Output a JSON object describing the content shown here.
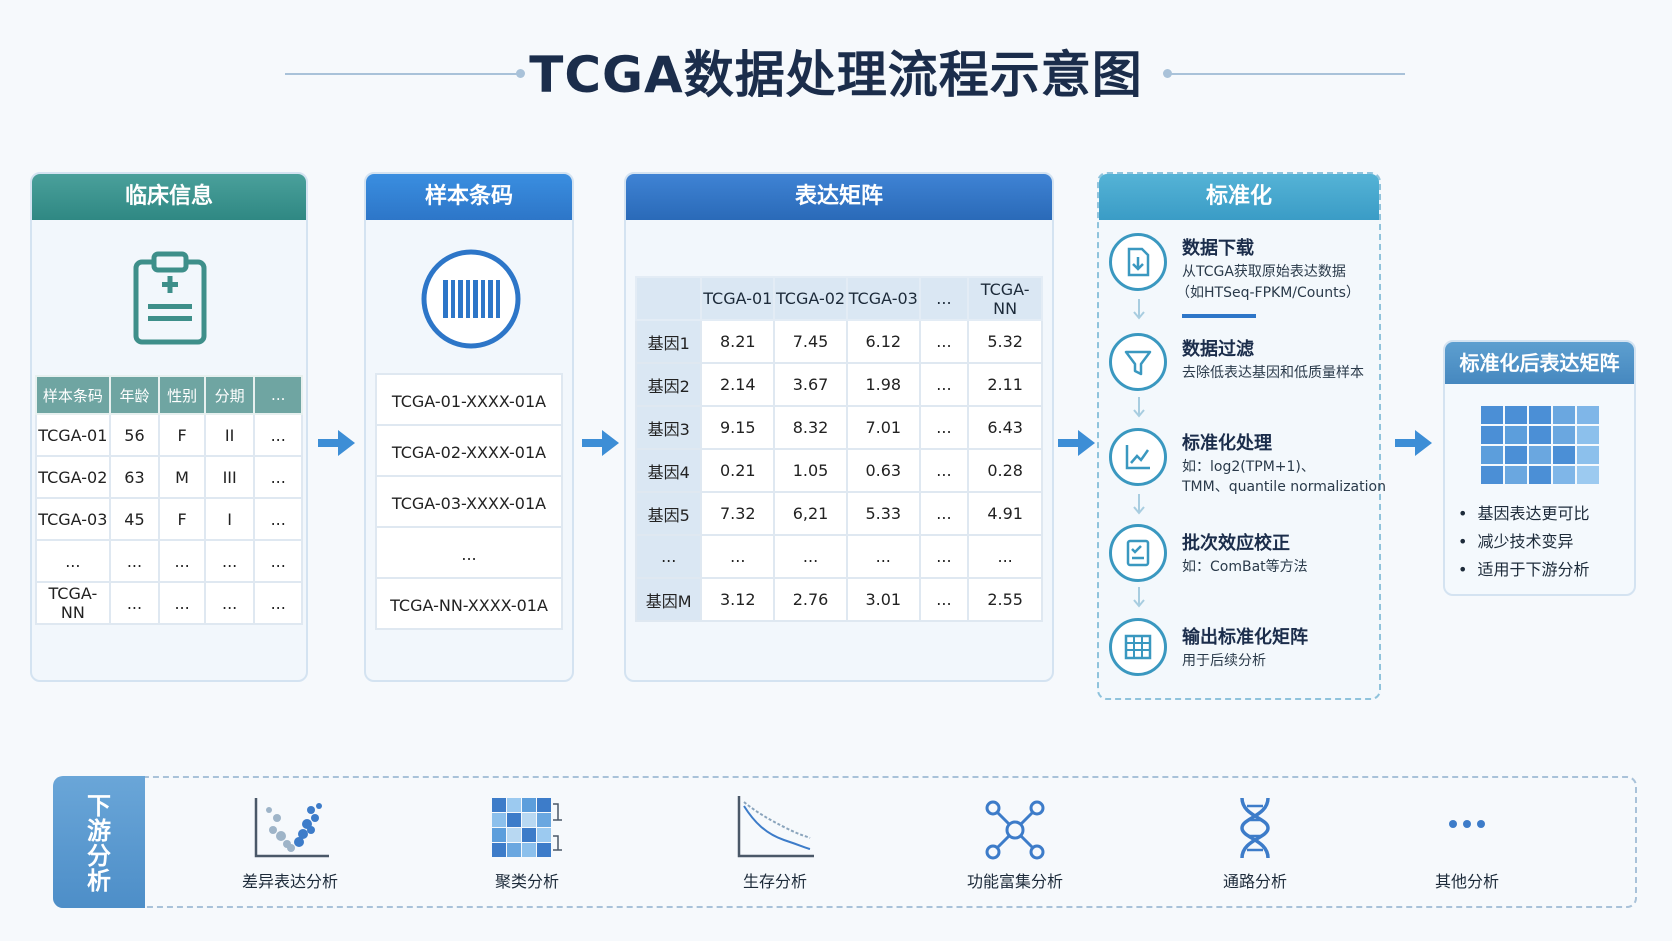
{
  "title": "TCGA数据处理流程示意图",
  "clinical": {
    "header": "临床信息",
    "columns": [
      "样本条码",
      "年龄",
      "性别",
      "分期",
      "..."
    ],
    "rows": [
      [
        "TCGA-01",
        "56",
        "F",
        "II",
        "..."
      ],
      [
        "TCGA-02",
        "63",
        "M",
        "III",
        "..."
      ],
      [
        "TCGA-03",
        "45",
        "F",
        "I",
        "..."
      ],
      [
        "...",
        "...",
        "...",
        "...",
        "..."
      ],
      [
        "TCGA-NN",
        "...",
        "...",
        "...",
        "..."
      ]
    ]
  },
  "barcode": {
    "header": "样本条码",
    "items": [
      "TCGA-01-XXXX-01A",
      "TCGA-02-XXXX-01A",
      "TCGA-03-XXXX-01A",
      "...",
      "TCGA-NN-XXXX-01A"
    ]
  },
  "matrix": {
    "header": "表达矩阵",
    "columns": [
      "",
      "TCGA-01",
      "TCGA-02",
      "TCGA-03",
      "...",
      "TCGA-NN"
    ],
    "rows": [
      [
        "基因1",
        "8.21",
        "7.45",
        "6.12",
        "...",
        "5.32"
      ],
      [
        "基因2",
        "2.14",
        "3.67",
        "1.98",
        "...",
        "2.11"
      ],
      [
        "基因3",
        "9.15",
        "8.32",
        "7.01",
        "...",
        "6.43"
      ],
      [
        "基因4",
        "0.21",
        "1.05",
        "0.63",
        "...",
        "0.28"
      ],
      [
        "基因5",
        "7.32",
        "6,21",
        "5.33",
        "...",
        "4.91"
      ],
      [
        "...",
        "...",
        "...",
        "...",
        "...",
        "..."
      ],
      [
        "基因M",
        "3.12",
        "2.76",
        "3.01",
        "...",
        "2.55"
      ]
    ]
  },
  "normalization": {
    "header": "标准化",
    "steps": [
      {
        "title": "数据下载",
        "desc1": "从TCGA获取原始表达数据",
        "desc2": "（如HTSeq-FPKM/Counts）",
        "icon": "download-doc-icon"
      },
      {
        "title": "数据过滤",
        "desc1": "去除低表达基因和低质量样本",
        "desc2": "",
        "icon": "filter-icon"
      },
      {
        "title": "标准化处理",
        "desc1": "如：log2(TPM+1)、",
        "desc2": "TMM、quantile normalization",
        "icon": "chart-icon"
      },
      {
        "title": "批次效应校正",
        "desc1": "如：ComBat等方法",
        "desc2": "",
        "icon": "checklist-icon"
      },
      {
        "title": "输出标准化矩阵",
        "desc1": "用于后续分析",
        "desc2": "",
        "icon": "table-icon"
      }
    ]
  },
  "result": {
    "header": "标准化后表达矩阵",
    "bullets": [
      "基因表达更可比",
      "减少技术变异",
      "适用于下游分析"
    ]
  },
  "downstream": {
    "side_label": "下游分析",
    "items": [
      {
        "label": "差异表达分析",
        "icon": "volcano-plot-icon"
      },
      {
        "label": "聚类分析",
        "icon": "heatmap-cluster-icon"
      },
      {
        "label": "生存分析",
        "icon": "survival-curve-icon"
      },
      {
        "label": "功能富集分析",
        "icon": "network-icon"
      },
      {
        "label": "通路分析",
        "icon": "dna-icon"
      },
      {
        "label": "其他分析",
        "icon": "more-icon"
      }
    ]
  },
  "colors": {
    "teal": "#2f8883",
    "blue": "#2d76c8",
    "cyan": "#3a9cc6",
    "arrow": "#3d8ed6"
  }
}
